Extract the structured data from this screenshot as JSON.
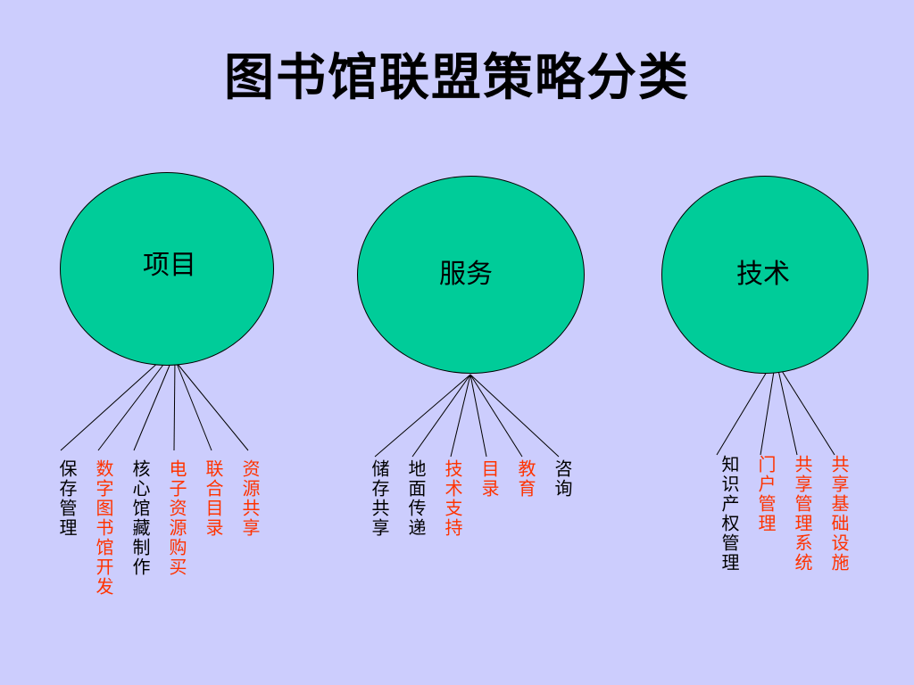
{
  "title": "图书馆联盟策略分类",
  "colors": {
    "black": "#000000",
    "red": "#ff3300",
    "circle": "#00cc99",
    "background": "#cccdfd"
  },
  "categories": [
    {
      "label": "项目",
      "items": [
        {
          "text": "保存管理",
          "color": "black"
        },
        {
          "text": "数字图书馆开发",
          "color": "red"
        },
        {
          "text": "核心馆藏制作",
          "color": "black"
        },
        {
          "text": "电子资源购买",
          "color": "red"
        },
        {
          "text": "联合目录",
          "color": "red"
        },
        {
          "text": "资源共享",
          "color": "red"
        }
      ]
    },
    {
      "label": "服务",
      "items": [
        {
          "text": "储存共享",
          "color": "black"
        },
        {
          "text": "地面传递",
          "color": "black"
        },
        {
          "text": "技术支持",
          "color": "red"
        },
        {
          "text": "目录",
          "color": "red"
        },
        {
          "text": "教育",
          "color": "red"
        },
        {
          "text": "咨询",
          "color": "black"
        }
      ]
    },
    {
      "label": "技术",
      "items": [
        {
          "text": "知识产权管理",
          "color": "black"
        },
        {
          "text": "门户管理",
          "color": "red"
        },
        {
          "text": "共享管理系统",
          "color": "red"
        },
        {
          "text": "共享基础设施",
          "color": "red"
        }
      ]
    }
  ]
}
